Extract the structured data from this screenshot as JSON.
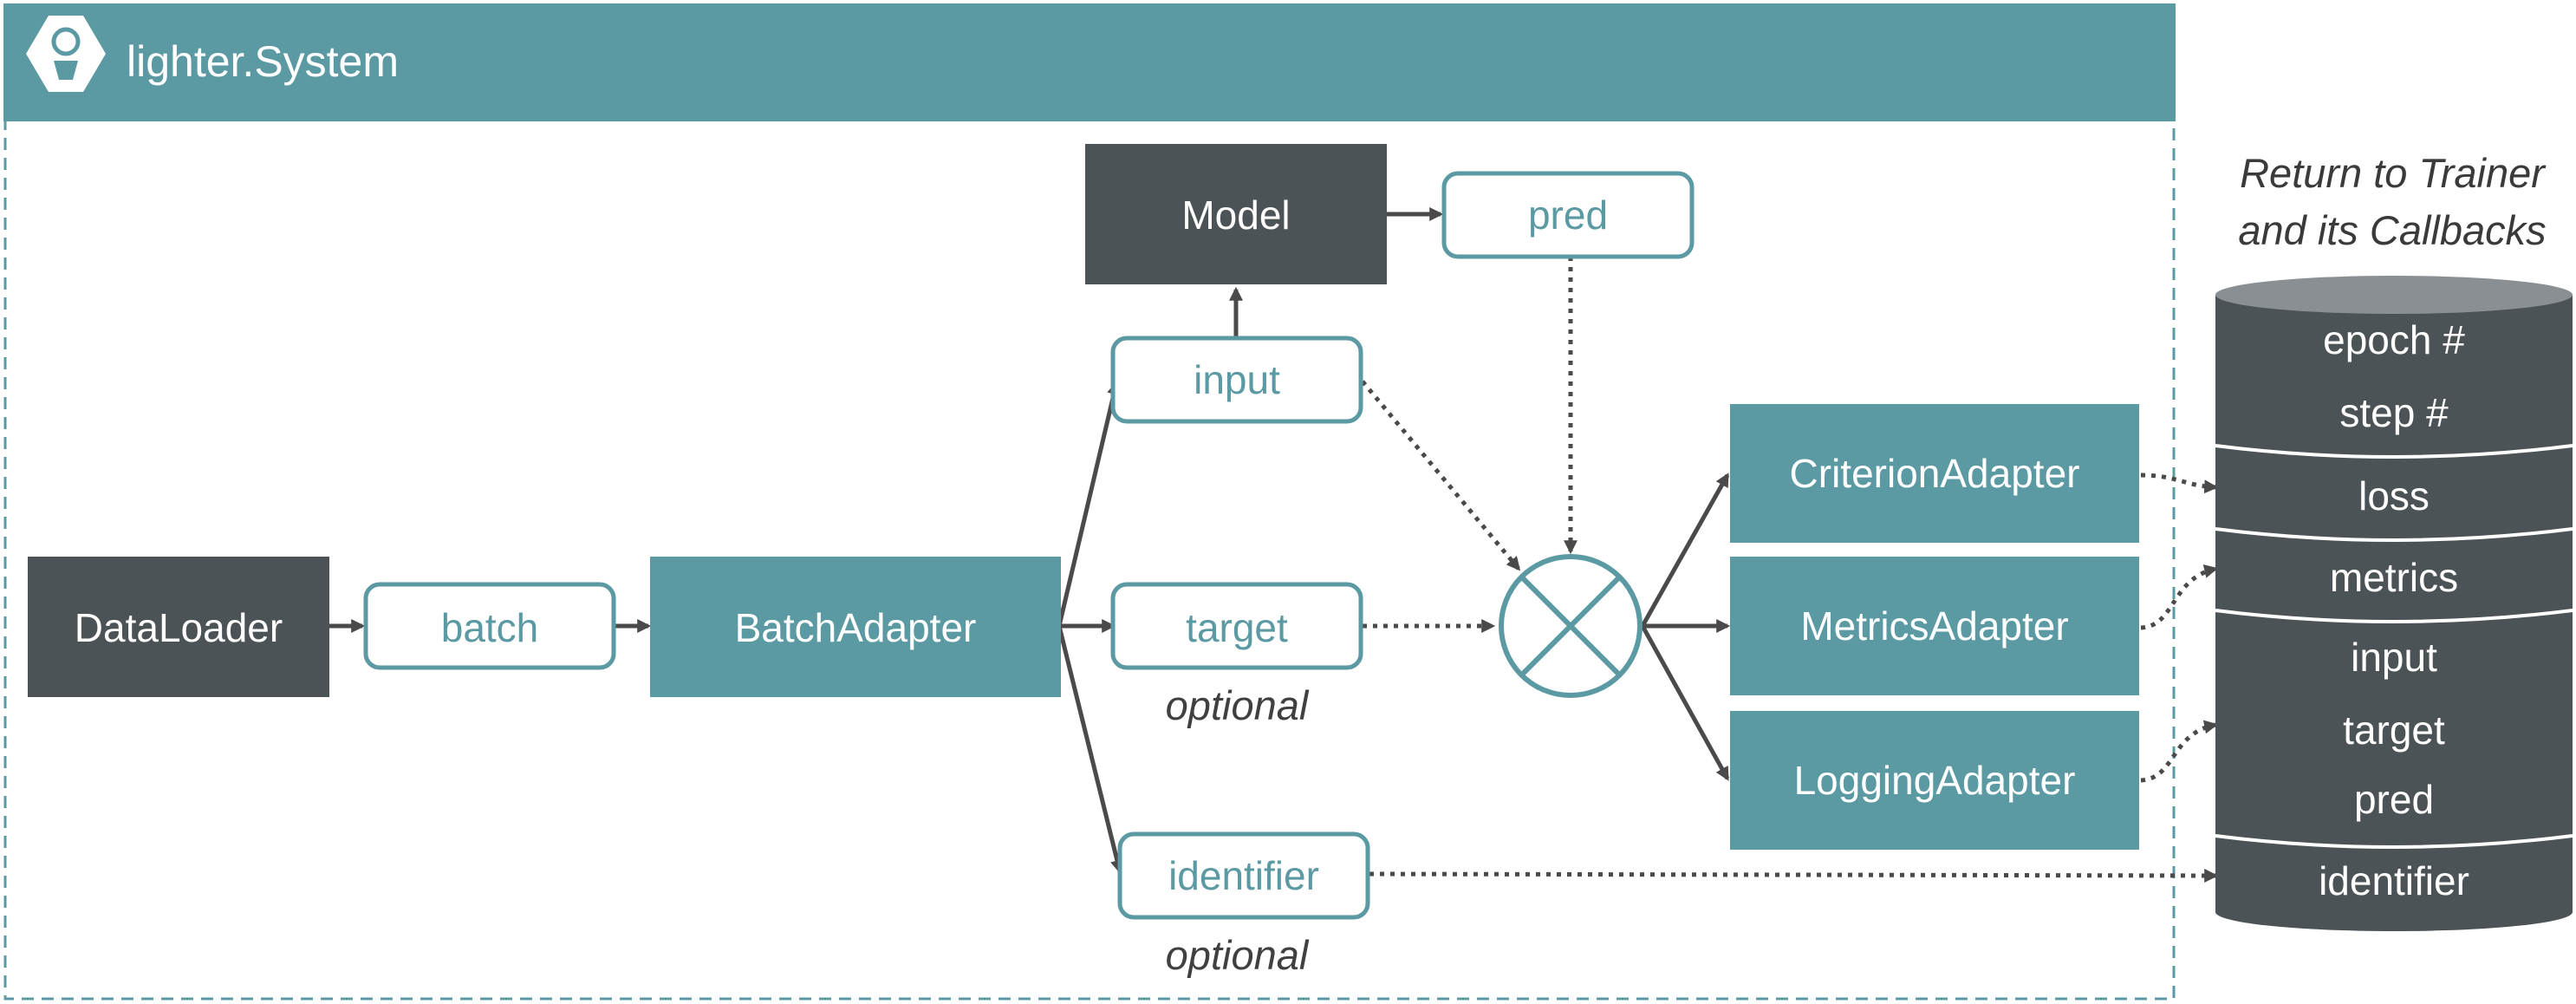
{
  "header": {
    "title": "lighter.System",
    "logo_icon": "lighter-logo-icon"
  },
  "colors": {
    "teal": "#5b99a3",
    "dark": "#4c5357",
    "line": "#4a4a4a",
    "white": "#ffffff"
  },
  "nodes": {
    "dataloader": "DataLoader",
    "batch": "batch",
    "batch_adapter": "BatchAdapter",
    "model": "Model",
    "pred": "pred",
    "input": "input",
    "target": "target",
    "identifier": "identifier",
    "combine_icon": "cross-circle-icon",
    "criterion_adapter": "CriterionAdapter",
    "metrics_adapter": "MetricsAdapter",
    "logging_adapter": "LoggingAdapter"
  },
  "optional_labels": {
    "target": "optional",
    "identifier": "optional"
  },
  "return_caption": {
    "line1": "Return to Trainer",
    "line2": "and its Callbacks"
  },
  "database": {
    "icon": "database-cylinder-icon",
    "items": [
      "epoch #",
      "step #",
      "loss",
      "metrics",
      "input",
      "target",
      "pred",
      "identifier"
    ]
  }
}
